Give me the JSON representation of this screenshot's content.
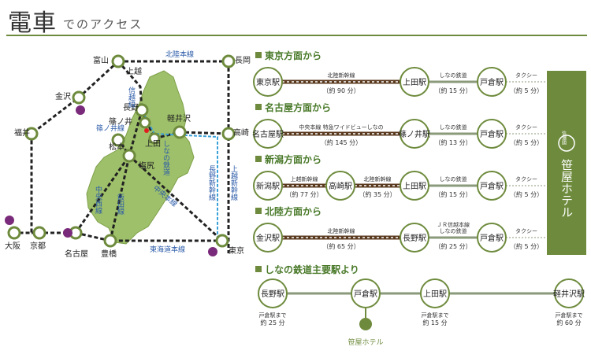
{
  "header": {
    "title_main": "電車",
    "title_sub": "でのアクセス"
  },
  "map": {
    "stations": {
      "toyama": "富山",
      "itoigawa_joetsu": "上越",
      "naoetsu": "長岡",
      "kanazawa": "金沢",
      "fukui": "福井",
      "nagano": "長野",
      "shinonoi": "篠ノ井",
      "karuizawa": "軽井沢",
      "takasaki": "高崎",
      "matsumoto": "松本",
      "ueda": "上田",
      "shiojiri": "塩尻",
      "osaka": "大阪",
      "kyoto": "京都",
      "nagoya": "名古屋",
      "toyohashi": "豊橋",
      "tokyo": "東京"
    },
    "lines": {
      "hokuriku": "北陸本線",
      "shinetsu": "信越線",
      "shinonoi_line": "篠ノ井線",
      "shinano": "しなの鉄道",
      "joetsu_shinkansen": "上越新幹線",
      "nagano_shinkansen": "長野新幹線",
      "chuo_honsen": "中央本線",
      "chuo_nishi": "中央西線",
      "iida": "飯田線",
      "tokaido": "東海道本線"
    }
  },
  "routes": [
    {
      "title": "東京方面から",
      "from": "東京駅",
      "line1": "北陸新幹線",
      "time1": "（約 90 分）",
      "via": "上田駅",
      "line2": "しなの鉄道",
      "time2": "（約 15 分）",
      "to": "戸倉駅",
      "line3": "タクシー",
      "time3": "（約 5 分）"
    },
    {
      "title": "名古屋方面から",
      "from": "名古屋駅",
      "line1": "中央本線 特急ワイドビューしなの",
      "time1": "（約 145 分）",
      "via": "篠ノ井駅",
      "line2": "しなの鉄道",
      "time2": "（約 13 分）",
      "to": "戸倉駅",
      "line3": "タクシー",
      "time3": "（約 5 分）"
    },
    {
      "title": "新潟方面から",
      "from": "新潟駅",
      "line1": "上越新幹線",
      "time1": "（約 77 分）",
      "mid": "高崎駅",
      "lineM": "北陸新幹線",
      "timeM": "（約 35 分）",
      "via": "上田駅",
      "line2": "しなの鉄道",
      "time2": "（約 15 分）",
      "to": "戸倉駅",
      "line3": "タクシー",
      "time3": "（約 5 分）"
    },
    {
      "title": "北陸方面から",
      "from": "金沢駅",
      "line1": "北陸新幹線",
      "time1": "（約 65 分）",
      "via": "長野駅",
      "line2a": "ＪＲ信越本線",
      "line2": "しなの鉄道",
      "time2": "（約 25 分）",
      "to": "戸倉駅",
      "line3": "タクシー",
      "time3": "（約 5 分）"
    }
  ],
  "hotel": {
    "small": "信濃國",
    "name": "笹屋ホテル"
  },
  "shinano": {
    "title": "しなの鉄道主要駅より",
    "stations": [
      {
        "name": "長野駅",
        "note1": "戸倉駅まで",
        "note2": "約 25 分"
      },
      {
        "name": "戸倉駅",
        "note1": "",
        "note2": ""
      },
      {
        "name": "上田駅",
        "note1": "戸倉駅まで",
        "note2": "約 15 分"
      },
      {
        "name": "軽井沢駅",
        "note1": "戸倉駅まで",
        "note2": "約 60 分"
      }
    ],
    "logo_text": "笹屋ホテル"
  },
  "colors": {
    "accent": "#6e8b3d",
    "title_green": "#4a7a2a",
    "rail_brown": "#5a3a1f",
    "rail_grey": "#8a9a7a",
    "map_green": "#9ec06a",
    "airport_purple": "#7a2a7a",
    "shinkansen_blue": "#3aa0d8"
  }
}
